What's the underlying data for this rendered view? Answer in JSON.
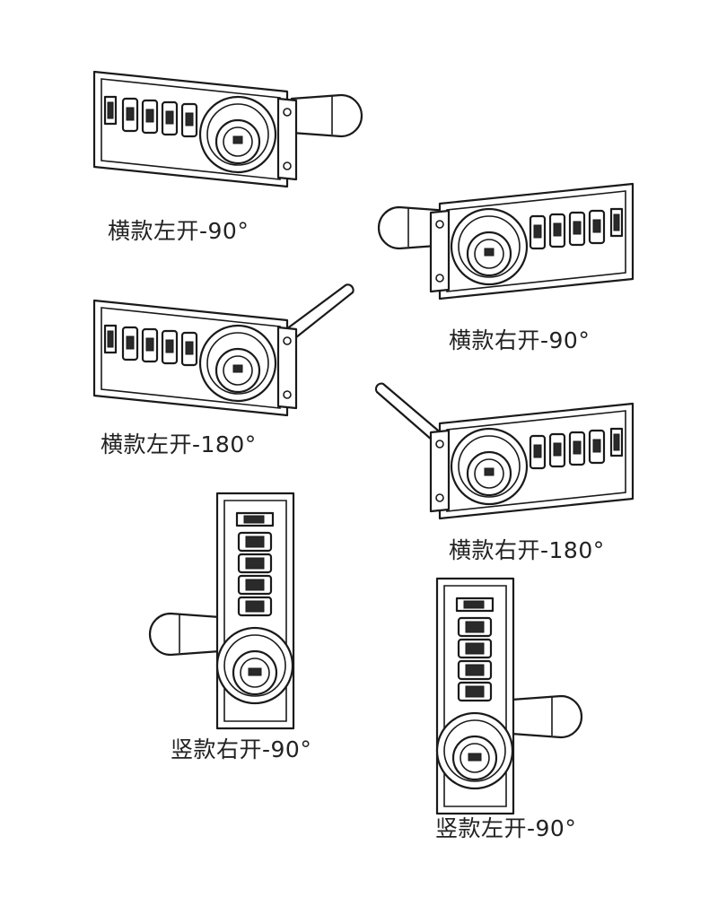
{
  "labels": {
    "h_left_90": "横款左开-90°",
    "h_right_90": "横款右开-90°",
    "h_left_180": "横款左开-180°",
    "h_right_180": "横款右开-180°",
    "v_right_90": "竖款右开-90°",
    "v_left_90": "竖款左开-90°"
  }
}
